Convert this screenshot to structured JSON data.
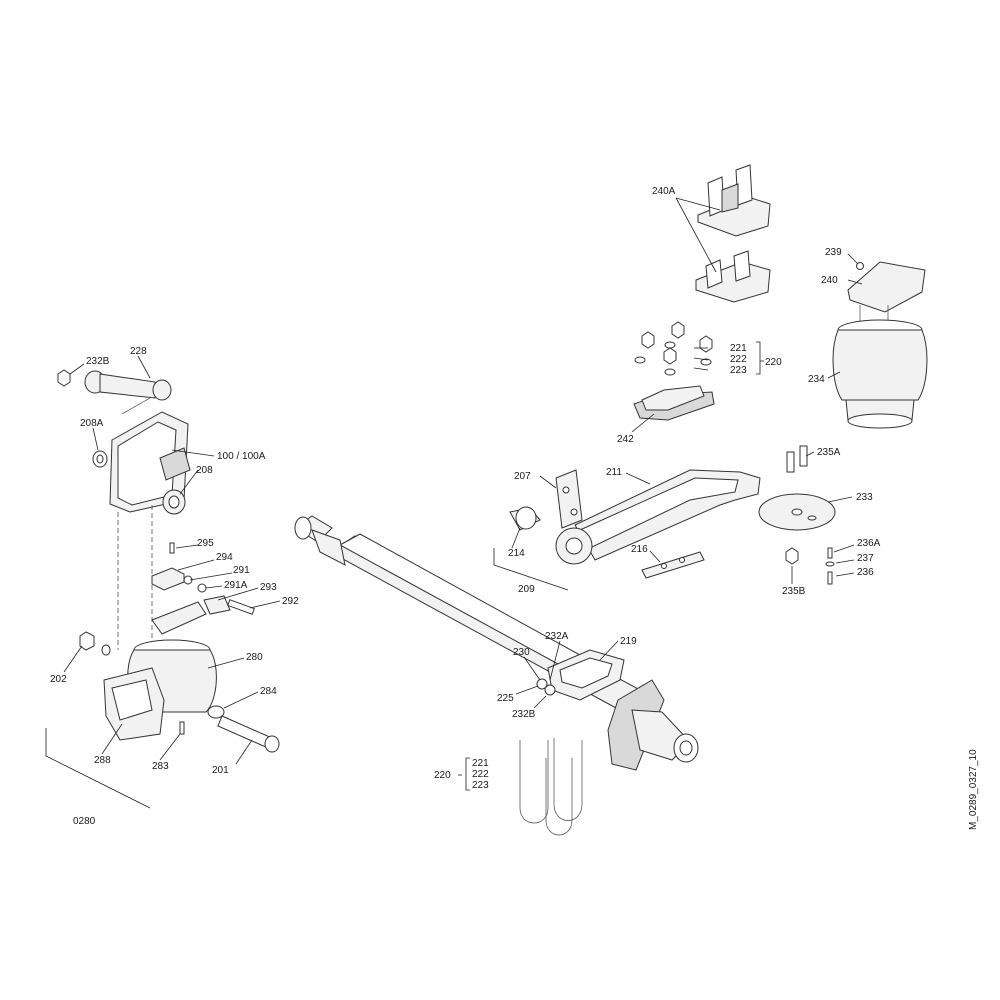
{
  "drawing_code": "M_0289_0327_10",
  "labels": {
    "l240A": "240A",
    "l239": "239",
    "l240": "240",
    "l221": "221",
    "l222": "222",
    "l223": "223",
    "l220": "220",
    "l234": "234",
    "l242": "242",
    "l235A": "235A",
    "l207": "207",
    "l211": "211",
    "l233": "233",
    "l216": "216",
    "l214": "214",
    "l209": "209",
    "l236A": "236A",
    "l237": "237",
    "l236": "236",
    "l235B": "235B",
    "l232B_top": "232B",
    "l228": "228",
    "l208A": "208A",
    "l100": "100 / 100A",
    "l208": "208",
    "l295": "295",
    "l294": "294",
    "l291": "291",
    "l291A": "291A",
    "l293": "293",
    "l292": "292",
    "l202": "202",
    "l280": "280",
    "l284": "284",
    "l288": "288",
    "l283": "283",
    "l201": "201",
    "l0280": "0280",
    "l232A": "232A",
    "l219": "219",
    "l230": "230",
    "l225": "225",
    "l232B_mid": "232B",
    "l220b": "220",
    "l221b": "221",
    "l222b": "222",
    "l223b": "223"
  }
}
